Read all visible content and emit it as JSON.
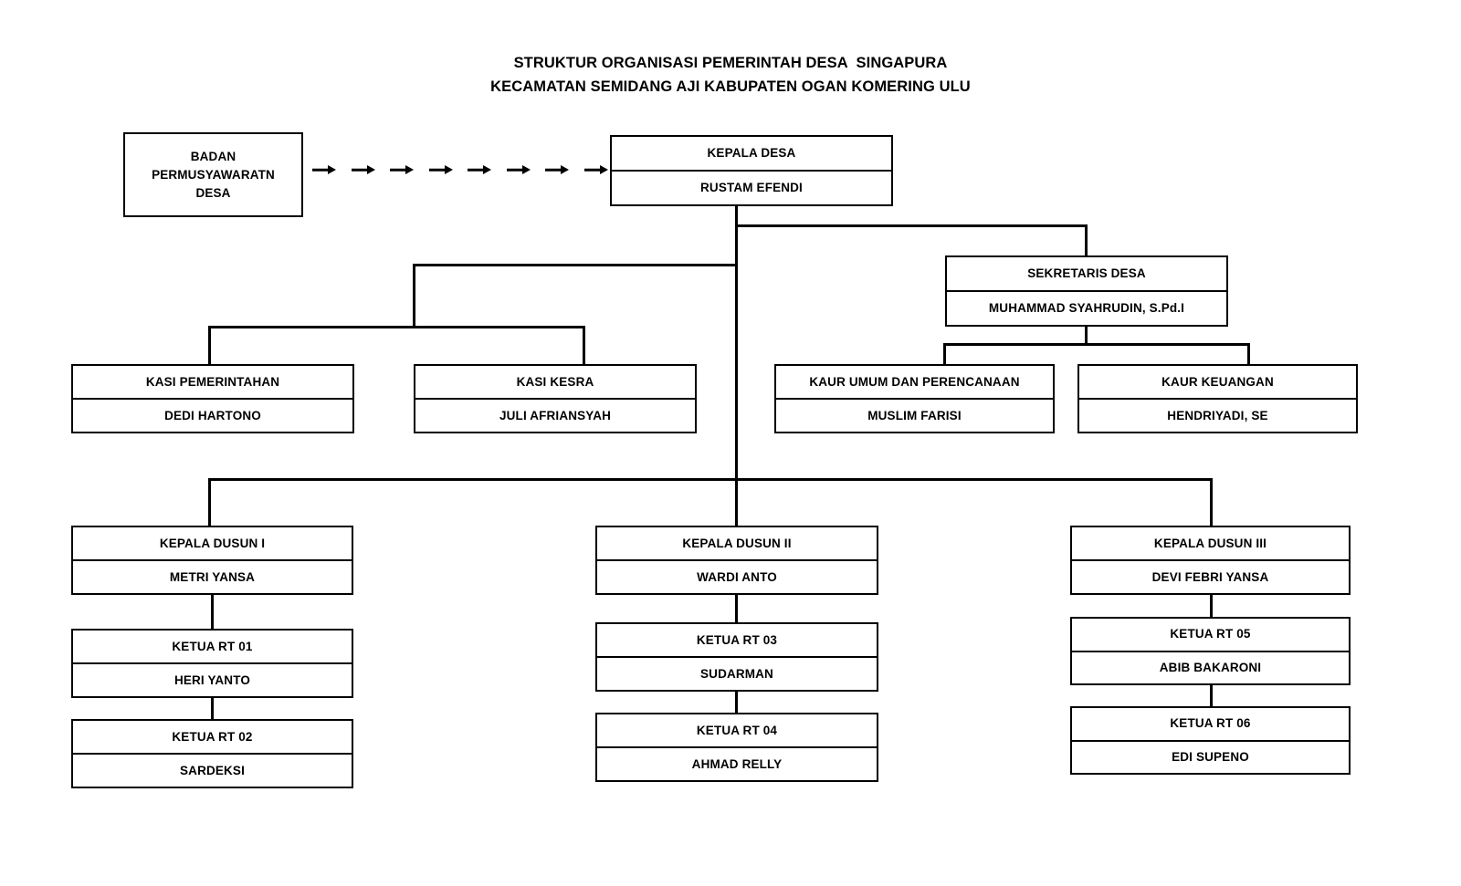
{
  "title": {
    "line1": "STRUKTUR ORGANISASI PEMERINTAH DESA  SINGAPURA",
    "line2": "KECAMATAN SEMIDANG AJI KABUPATEN OGAN KOMERING ULU"
  },
  "bpd": {
    "line1": "BADAN",
    "line2": "PERMUSYAWARATN",
    "line3": "DESA"
  },
  "connector": {
    "arrow_count": 8,
    "style": "dashed-arrow-chain",
    "from": "BADAN PERMUSYAWARATN DESA",
    "to": "KEPALA DESA"
  },
  "nodes": {
    "kepala_desa": {
      "position": "KEPALA DESA",
      "name": "RUSTAM EFENDI"
    },
    "sekretaris_desa": {
      "position": "SEKRETARIS DESA",
      "name": "MUHAMMAD SYAHRUDIN, S.Pd.I"
    },
    "kasi_pemerintahan": {
      "position": "KASI PEMERINTAHAN",
      "name": "DEDI HARTONO"
    },
    "kasi_kesra": {
      "position": "KASI KESRA",
      "name": "JULI AFRIANSYAH"
    },
    "kaur_umum": {
      "position": "KAUR UMUM DAN PERENCANAAN",
      "name": "MUSLIM FARISI"
    },
    "kaur_keuangan": {
      "position": "KAUR KEUANGAN",
      "name": "HENDRIYADI, SE"
    },
    "dusun_1": {
      "position": "KEPALA DUSUN I",
      "name": "METRI YANSA"
    },
    "dusun_2": {
      "position": "KEPALA DUSUN II",
      "name": "WARDI ANTO"
    },
    "dusun_3": {
      "position": "KEPALA DUSUN III",
      "name": "DEVI FEBRI YANSA"
    },
    "rt_01": {
      "position": "KETUA RT 01",
      "name": "HERI YANTO"
    },
    "rt_02": {
      "position": "KETUA RT 02",
      "name": "SARDEKSI"
    },
    "rt_03": {
      "position": "KETUA RT 03",
      "name": "SUDARMAN"
    },
    "rt_04": {
      "position": "KETUA RT 04",
      "name": "AHMAD RELLY"
    },
    "rt_05": {
      "position": "KETUA RT 05",
      "name": "ABIB BAKARONI"
    },
    "rt_06": {
      "position": "KETUA RT 06",
      "name": "EDI SUPENO"
    }
  },
  "colors": {
    "background": "#ffffff",
    "line": "#000000",
    "text": "#000000"
  }
}
